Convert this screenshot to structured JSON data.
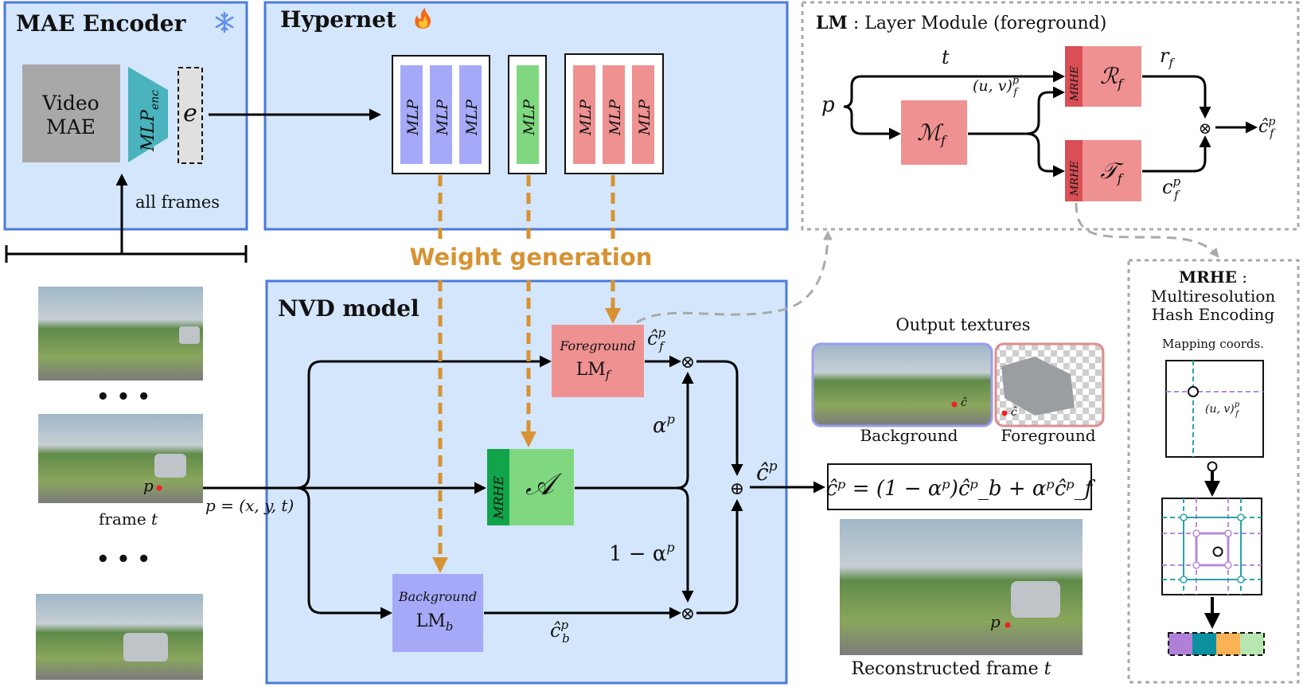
{
  "panels": {
    "mae_encoder": {
      "title": "MAE Encoder",
      "icon": "snowflake-icon"
    },
    "hypernet": {
      "title": "Hypernet",
      "icon": "fire-icon"
    },
    "nvd_model": {
      "title": "NVD model"
    },
    "lm": {
      "title_bold": "LM",
      "title_rest": ": Layer Module (foreground)"
    },
    "mrhe": {
      "title_bold": "MRHE",
      "title_colon": ":",
      "line2": "Multiresolution",
      "line3": "Hash Encoding"
    }
  },
  "encoder": {
    "video_mae_line1": "Video",
    "video_mae_line2": "MAE",
    "mlp_enc": "MLP",
    "mlp_enc_sub": "enc",
    "embedding": "e",
    "all_frames": "all frames"
  },
  "hypernet": {
    "mlp_label": "MLP",
    "weight_generation": "Weight generation"
  },
  "frames": {
    "ellipsis": "• • •",
    "frame_label": "frame",
    "frame_var": "t",
    "p_label": "p",
    "p_coord": "p = (x, y, t)"
  },
  "nvd": {
    "foreground_label": "Foreground",
    "lm_f": "LM",
    "lm_f_sub": "f",
    "background_label": "Background",
    "lm_b": "LM",
    "lm_b_sub": "b",
    "alpha_module": "𝒜",
    "mrhe_tag": "MRHE",
    "c_hat_f": "ĉ",
    "c_hat_b": "ĉ",
    "c_hat": "ĉ",
    "sup_p": "p",
    "sub_f": "f",
    "sub_b": "b",
    "alpha_p": "α",
    "one_minus_alpha": "1 − α",
    "formula": "ĉᵖ = (1 − αᵖ)ĉᵖ_b + αᵖĉᵖ_f",
    "times": "⊗",
    "oplus": "⊕"
  },
  "lm_module": {
    "p": "p",
    "t": "t",
    "m_f": "ℳ",
    "uv_f": "(u, v)",
    "r_f": "ℛ",
    "t_f": "𝒯",
    "r_out": "r",
    "c_out": "c",
    "c_hat_out": "ĉ",
    "sub_f": "f",
    "sup_p": "p"
  },
  "outputs": {
    "title": "Output textures",
    "background": "Background",
    "foreground": "Foreground",
    "c_b": "ĉ",
    "c_f": "ĉ",
    "reconstructed": "Reconstructed frame",
    "reconstructed_var": "t",
    "p_label": "p"
  },
  "mrhe_panel": {
    "mapping": "Mapping coords.",
    "uv": "(u, v)"
  },
  "colors": {
    "panel_fill": "#d4e6fb",
    "panel_stroke": "#4a7ad9",
    "mlp_purple": "#a6a9f7",
    "mlp_green": "#7fd87f",
    "mlp_red": "#ef9191",
    "teal": "#4ab3bd",
    "gold": "#d69233",
    "mrhe_dark": "#d94f55",
    "mrhe_green": "#11a44a",
    "grid_teal": "#2aa3a8",
    "grid_purple": "#b68ad9",
    "feat1": "#b080d8",
    "feat2": "#0b90a0",
    "feat3": "#f9b254",
    "feat4": "#b7e6b0"
  }
}
